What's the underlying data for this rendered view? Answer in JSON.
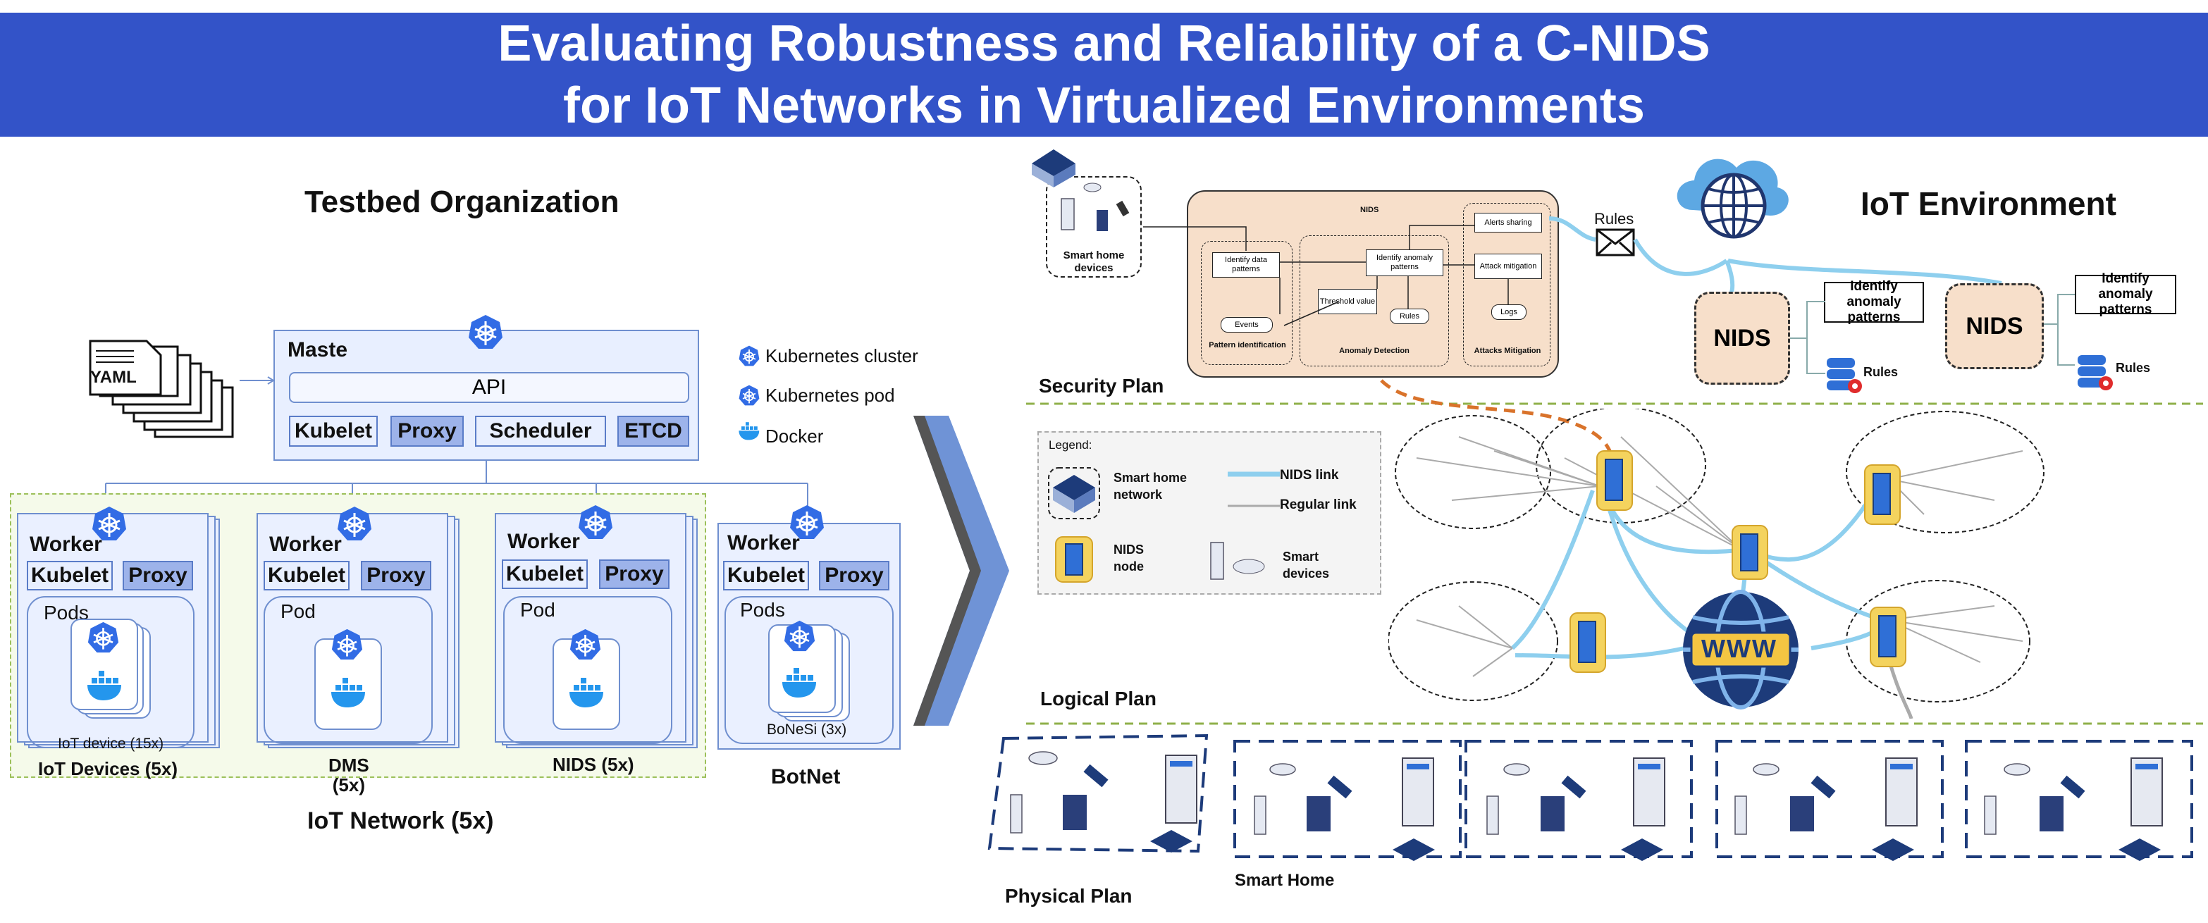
{
  "header": {
    "line1": "Evaluating Robustness and Reliability of a C-NIDS",
    "line2": "for IoT Networks in Virtualized Environments"
  },
  "testbed": {
    "title": "Testbed Organization",
    "yaml_label": "YAML",
    "master": {
      "label": "Maste",
      "api": "API",
      "kubelet": "Kubelet",
      "proxy": "Proxy",
      "scheduler": "Scheduler",
      "etcd": "ETCD"
    },
    "legend": {
      "cluster": "Kubernetes cluster",
      "pod": "Kubernetes pod",
      "docker": "Docker"
    },
    "workers": [
      {
        "worker": "Worker",
        "kubelet": "Kubelet",
        "proxy": "Proxy",
        "pods": "Pods",
        "inner": "IoT device (15x)",
        "caption": "IoT Devices (5x)"
      },
      {
        "worker": "Worker",
        "kubelet": "Kubelet",
        "proxy": "Proxy",
        "pods": "Pod",
        "inner": "",
        "caption": "DMS\n(5x)"
      },
      {
        "worker": "Worker",
        "kubelet": "Kubelet",
        "proxy": "Proxy",
        "pods": "Pod",
        "inner": "",
        "caption": "NIDS (5x)"
      },
      {
        "worker": "Worker",
        "kubelet": "Kubelet",
        "proxy": "Proxy",
        "pods": "Pods",
        "inner": "BoNeSi (3x)",
        "caption": "BotNet"
      }
    ],
    "iot_network": "IoT Network (5x)"
  },
  "right": {
    "iot_env_title": "IoT Environment",
    "security_plan": "Security Plan",
    "logical_plan": "Logical Plan",
    "physical_plan": "Physical Plan",
    "smart_home": "Smart Home",
    "smart_home_devices": "Smart home devices",
    "rules_mail": "Rules",
    "nids_nodes": [
      {
        "label": "NIDS",
        "id_box": "Identify anomaly patterns",
        "rules": "Rules"
      },
      {
        "label": "NIDS",
        "id_box": "Identify anomaly patterns",
        "rules": "Rules"
      }
    ],
    "nids_detail": {
      "title": "NIDS",
      "identify_data": "Identify data patterns",
      "events": "Events",
      "threshold": "Threshold value",
      "identify_anomaly": "Identify anomaly patterns",
      "rules": "Rules",
      "alerts": "Alerts sharing",
      "attack_mitigation": "Attack mitigation",
      "logs": "Logs",
      "pattern_identification": "Pattern identification",
      "anomaly_detection": "Anomaly Detection",
      "attacks_mitigation": "Attacks Mitigation"
    },
    "legend": {
      "title": "Legend:",
      "smart_home_network": "Smart home network",
      "nids_link": "NIDS link",
      "regular_link": "Regular link",
      "nids_node": "NIDS node",
      "smart_devices": "Smart devices"
    },
    "www": "WWW"
  },
  "colors": {
    "header": "#3353c8",
    "kube": "#326ce5",
    "nids_fill": "#f7dfca",
    "nids_link": "#8ecfee",
    "node_yellow": "#f4d35e",
    "dashed_green": "#8fb04a"
  }
}
